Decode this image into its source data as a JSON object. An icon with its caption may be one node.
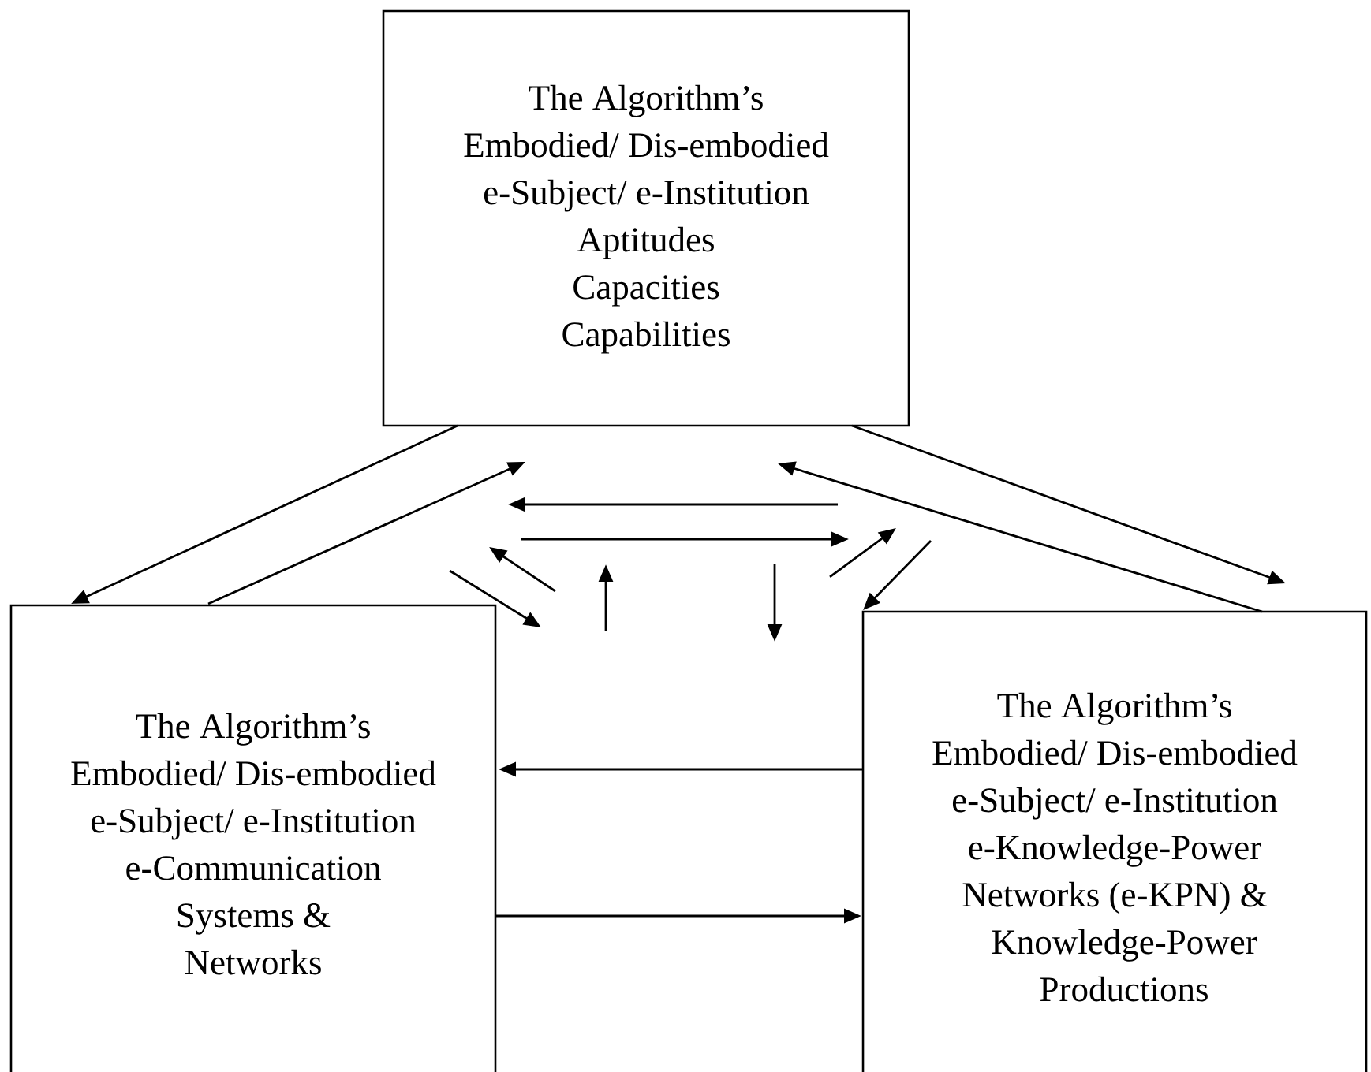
{
  "diagram": {
    "nodes": [
      {
        "text": [
          "The Algorithm’s",
          "Embodied/ Dis-embodied",
          "e-Subject/ e-Institution",
          "Aptitudes",
          "Capacities",
          "Capabilities"
        ]
      },
      {
        "text": [
          "The Algorithm’s",
          "Embodied/ Dis-embodied",
          "e-Subject/ e-Institution",
          "e-Communication",
          "Systems &",
          "Networks"
        ]
      },
      {
        "text": [
          "The Algorithm’s",
          "Embodied/ Dis-embodied",
          "e-Subject/ e-Institution",
          "e-Knowledge-Power",
          "Networks (e-KPN) &",
          "Knowledge-Power",
          "Productions"
        ]
      }
    ],
    "edges": [
      {
        "from": 0,
        "to": 1,
        "arrow": "to"
      },
      {
        "from": 1,
        "to": 0,
        "arrow": "to"
      },
      {
        "from": 0,
        "to": 2,
        "arrow": "to"
      },
      {
        "from": 2,
        "to": 0,
        "arrow": "to"
      },
      {
        "from": 2,
        "to": 1,
        "arrow": "to"
      },
      {
        "from": 1,
        "to": 2,
        "arrow": "to"
      },
      {
        "from": null,
        "to": 2,
        "arrow": "to"
      }
    ]
  }
}
